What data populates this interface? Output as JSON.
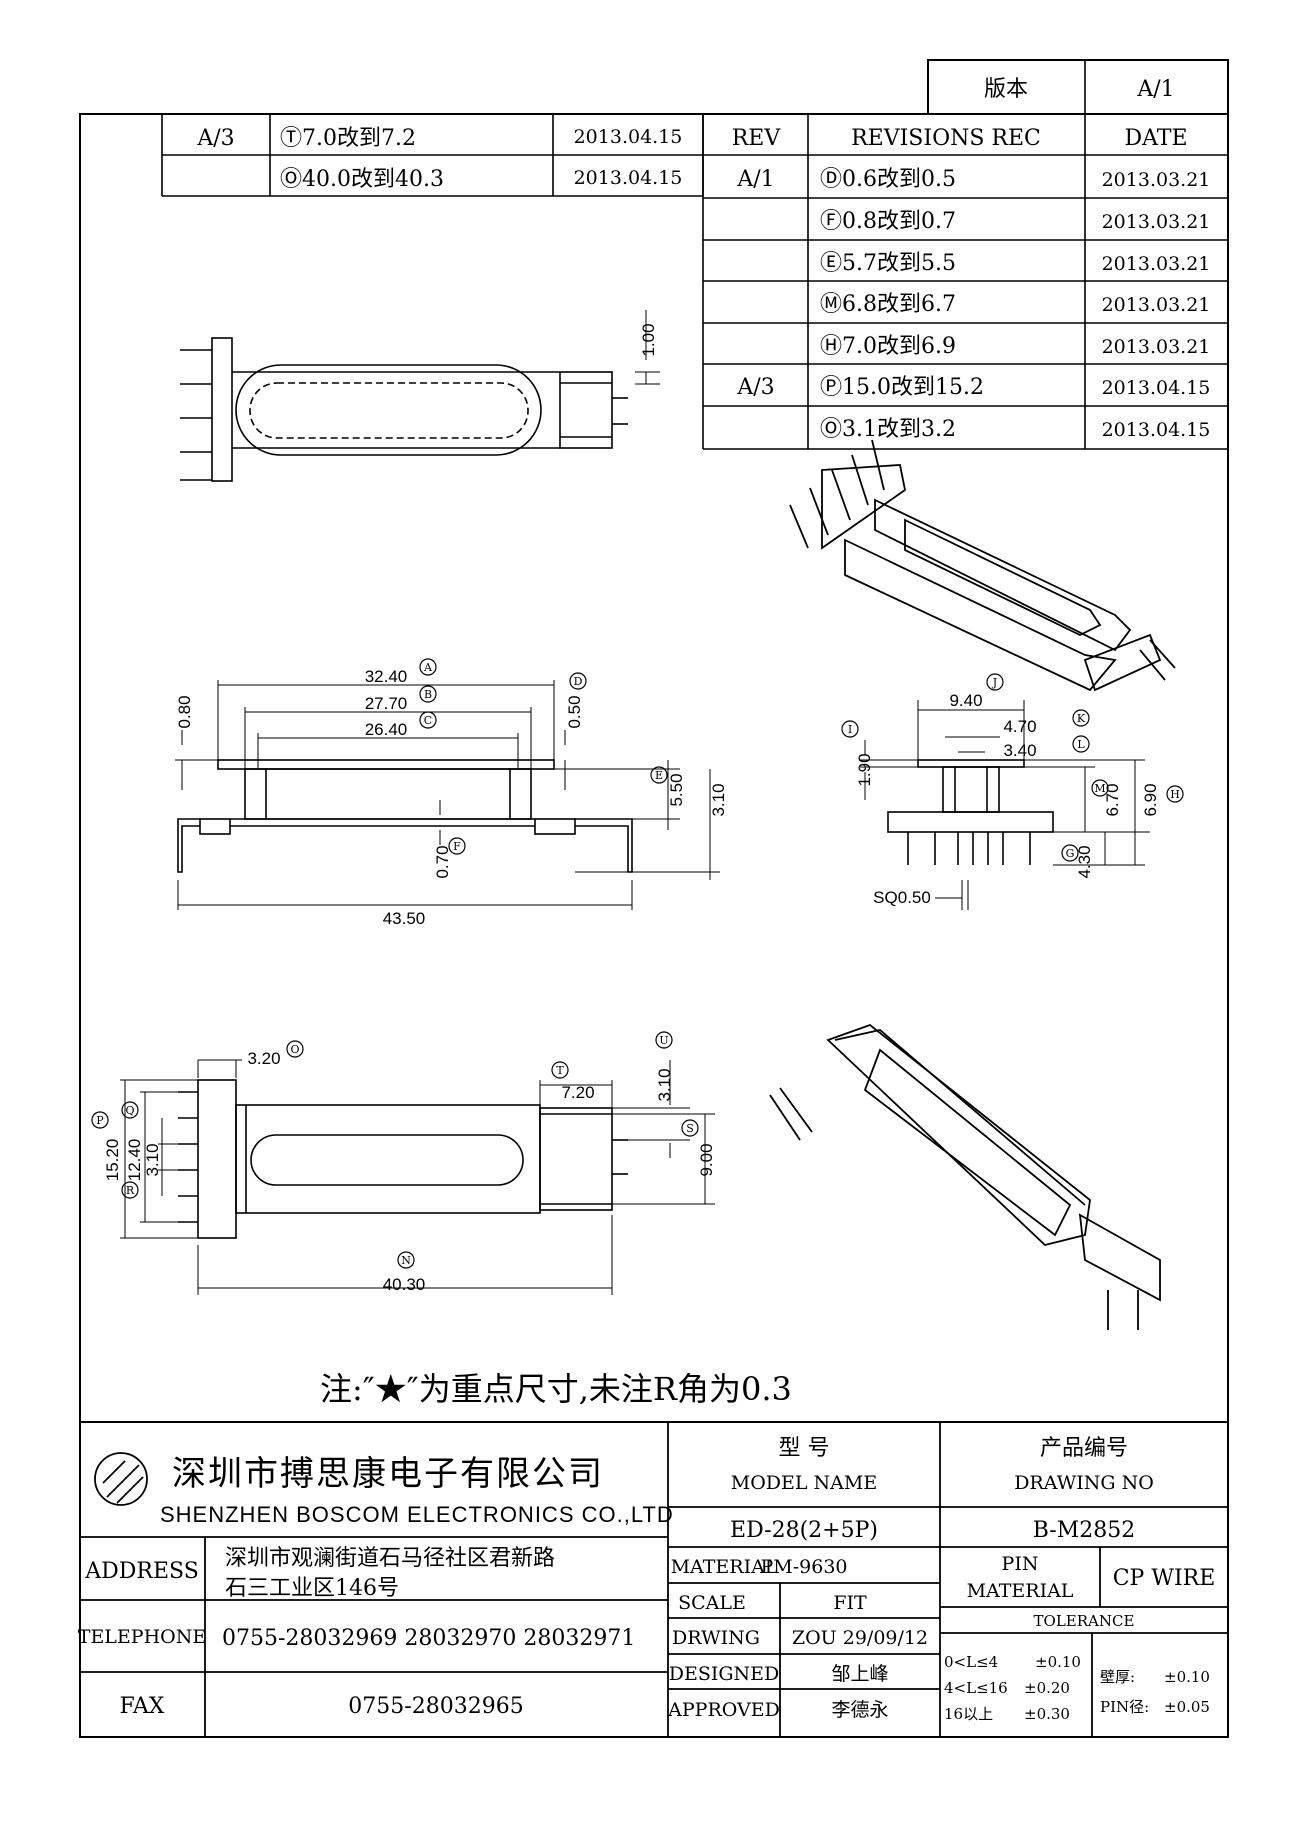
{
  "version_box": {
    "label": "版本",
    "value": "A/1"
  },
  "revisions_left": [
    {
      "rev": "A/3",
      "change": "Ⓣ7.0改到7.2",
      "date": "2013.04.15"
    },
    {
      "rev": "",
      "change": "Ⓞ40.0改到40.3",
      "date": "2013.04.15"
    }
  ],
  "revisions_header": {
    "rev": "REV",
    "rec": "REVISIONS REC",
    "date": "DATE"
  },
  "revisions": [
    {
      "rev": "A/1",
      "change": "Ⓓ0.6改到0.5",
      "date": "2013.03.21"
    },
    {
      "rev": "",
      "change": "Ⓕ0.8改到0.7",
      "date": "2013.03.21"
    },
    {
      "rev": "",
      "change": "Ⓔ5.7改到5.5",
      "date": "2013.03.21"
    },
    {
      "rev": "",
      "change": "Ⓜ6.8改到6.7",
      "date": "2013.03.21"
    },
    {
      "rev": "",
      "change": "Ⓗ7.0改到6.9",
      "date": "2013.03.21"
    },
    {
      "rev": "A/3",
      "change": "Ⓟ15.0改到15.2",
      "date": "2013.04.15"
    },
    {
      "rev": "",
      "change": "Ⓞ3.1改到3.2",
      "date": "2013.04.15"
    }
  ],
  "dims": {
    "top_right": "1.00",
    "A": "32.40",
    "B": "27.70",
    "C": "26.40",
    "D": "0.50",
    "left_080": "0.80",
    "E": "5.50",
    "h310": "3.10",
    "F": "0.70",
    "w4350": "43.50",
    "J": "9.40",
    "K": "4.70",
    "L": "3.40",
    "I": "1.90",
    "M": "6.70",
    "H": "6.90",
    "G": "4.30",
    "sq": "SQ0.50",
    "O": "3.20",
    "T": "7.20",
    "U": "3.10",
    "P": "15.20",
    "Q": "12.40",
    "R": "3.10",
    "S": "9.00",
    "N": "40.30"
  },
  "labels": {
    "A": "A",
    "B": "B",
    "C": "C",
    "D": "D",
    "E": "E",
    "F": "F",
    "G": "G",
    "H": "H",
    "I": "I",
    "J": "J",
    "K": "K",
    "L": "L",
    "M": "M",
    "N": "N",
    "O": "O",
    "P": "P",
    "Q": "Q",
    "R": "R",
    "S": "S",
    "T": "T",
    "U": "U"
  },
  "note": "注:″★″为重点尺寸,未注R角为0.3",
  "company": {
    "name_cn": "深圳市搏思康电子有限公司",
    "name_en": "SHENZHEN BOSCOM ELECTRONICS CO.,LTD",
    "address_label": "ADDRESS",
    "address_line1": "深圳市观澜街道石马径社区君新路",
    "address_line2": "石三工业区146号",
    "telephone_label": "TELEPHONE",
    "telephone": "0755-28032969 28032970 28032971",
    "fax_label": "FAX",
    "fax": "0755-28032965"
  },
  "title_block": {
    "model_cn": "型    号",
    "model_en": "MODEL NAME",
    "model_value": "ED-28(2+5P)",
    "drawing_cn": "产品编号",
    "drawing_en": "DRAWING NO",
    "drawing_value": "B-M2852",
    "material_label": "MATERIAL",
    "material_value": "PM-9630",
    "pin_material_line1": "PIN",
    "pin_material_line2": "MATERIAL",
    "pin_material_value": "CP WIRE",
    "scale_label": "SCALE",
    "scale_value": "FIT",
    "tolerance_label": "TOLERANCE",
    "drwing_label": "DRWING",
    "drwing_value": "ZOU 29/09/12",
    "designed_label": "DESIGNED",
    "designed_value": "邹上峰",
    "approved_label": "APPROVED",
    "approved_value": "李德永",
    "tol1_range": "0<L≤4",
    "tol1_value": "±0.10",
    "tol2_range": "4<L≤16",
    "tol2_value": "±0.20",
    "tol3_range": "16以上",
    "tol3_value": "±0.30",
    "wall_label": "壁厚:",
    "wall_value": "±0.10",
    "pin_label": "PIN径:",
    "pin_value": "±0.05"
  }
}
